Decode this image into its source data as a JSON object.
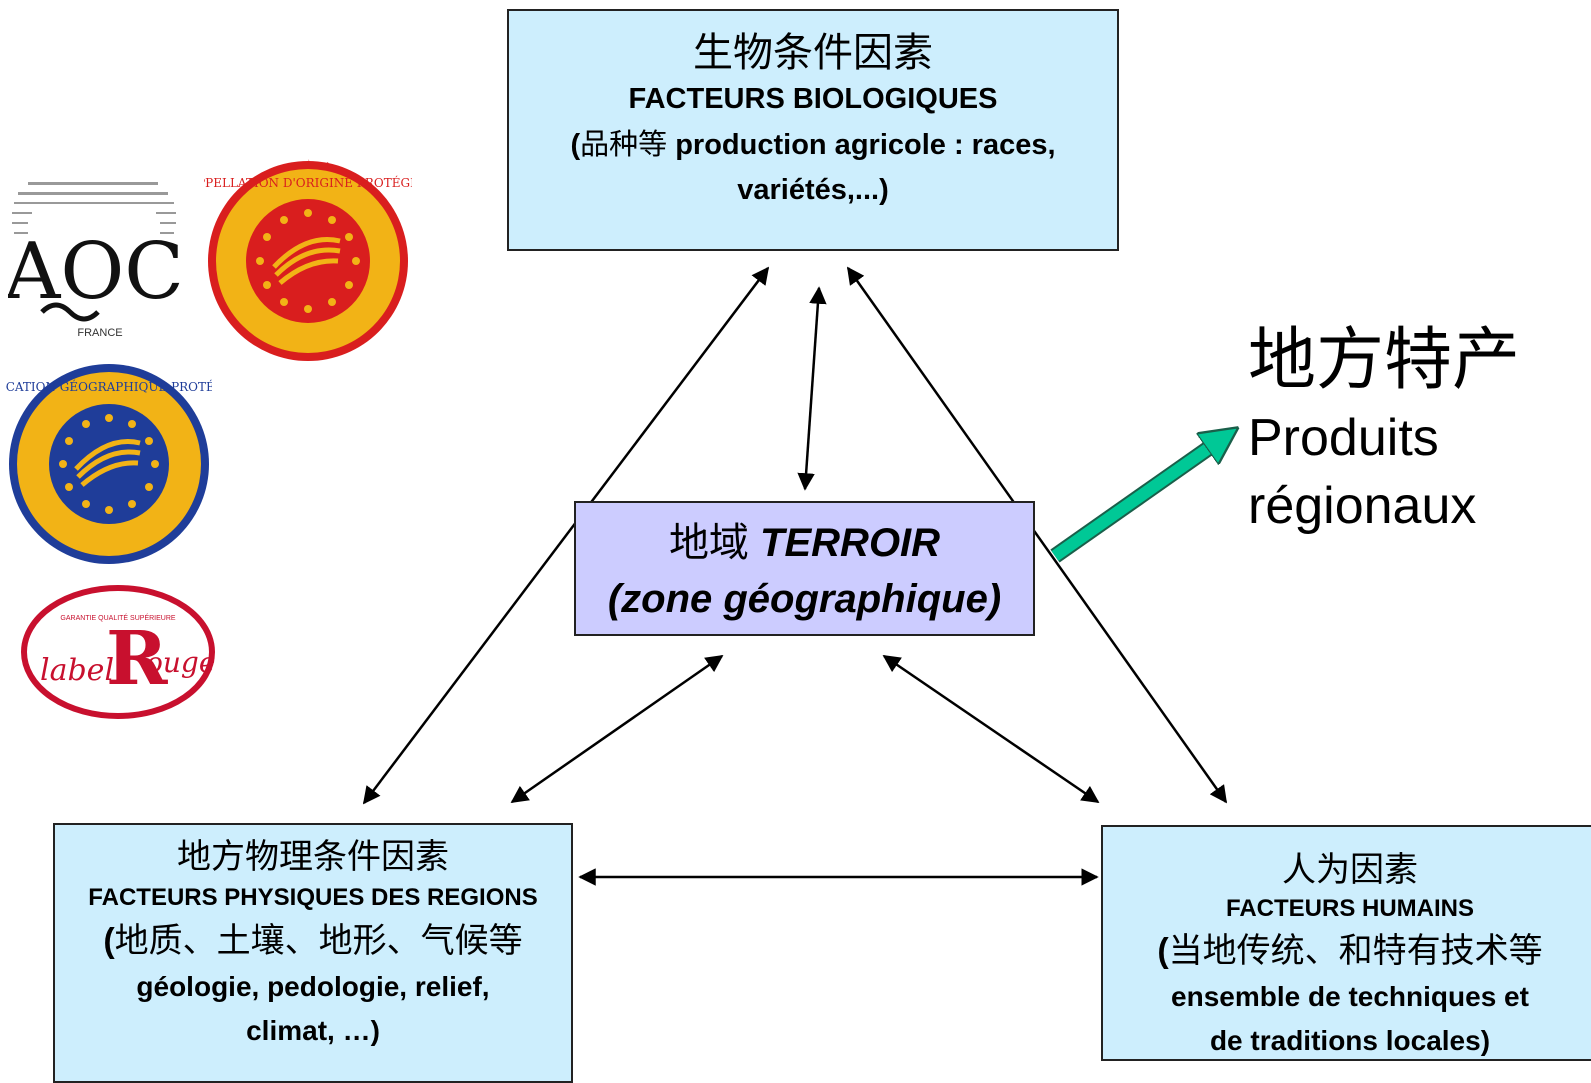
{
  "biological": {
    "zh_title": "生物条件因素",
    "fr_title": "FACTEURS BIOLOGIQUES",
    "detail_open": "(",
    "detail_zh": "品种等",
    "detail_fr": " production agricole : races,",
    "detail_fr2": "variétés,...)"
  },
  "terroir": {
    "zh": "地域",
    "fr": " TERROIR",
    "subtitle": "(zone géographique)"
  },
  "physical": {
    "zh_title": "地方物理条件因素",
    "fr_title": "FACTEURS PHYSIQUES DES REGIONS",
    "detail_open": "(",
    "detail_zh": "地质、土壤、地形、气候等",
    "detail_fr": "géologie, pedologie, relief,",
    "detail_fr2": "climat, …)"
  },
  "human": {
    "zh_title": "人为因素",
    "fr_title": "FACTEURS HUMAINS",
    "detail_open": "(",
    "detail_zh": "当地传统、和特有技术等",
    "detail_fr": "ensemble de techniques et",
    "detail_fr2": "de traditions locales)"
  },
  "products": {
    "zh": "地方特产",
    "fr_line1": "Produits",
    "fr_line2": "régionaux"
  },
  "logos": {
    "aoc_text": "AOC",
    "aoc_country": "FRANCE",
    "aop_ring": "APPELLATION D'ORIGINE PROTÉGÉE",
    "igp_ring": "INDICATION GÉOGRAPHIQUE PROTÉGÉE",
    "label_rouge_label": "label",
    "label_rouge_mark": "R",
    "label_rouge_rouge": "ouge",
    "label_rouge_top": "GARANTIE QUALITÉ SUPÉRIEURE"
  },
  "colors": {
    "box_blue": "#cdeefd",
    "terroir_purple": "#ccccff",
    "product_arrow": "#00c896",
    "aop_gold": "#f2b316",
    "aop_red": "#d91e1e",
    "igp_blue": "#1f3d99",
    "label_red": "#c8102e"
  }
}
